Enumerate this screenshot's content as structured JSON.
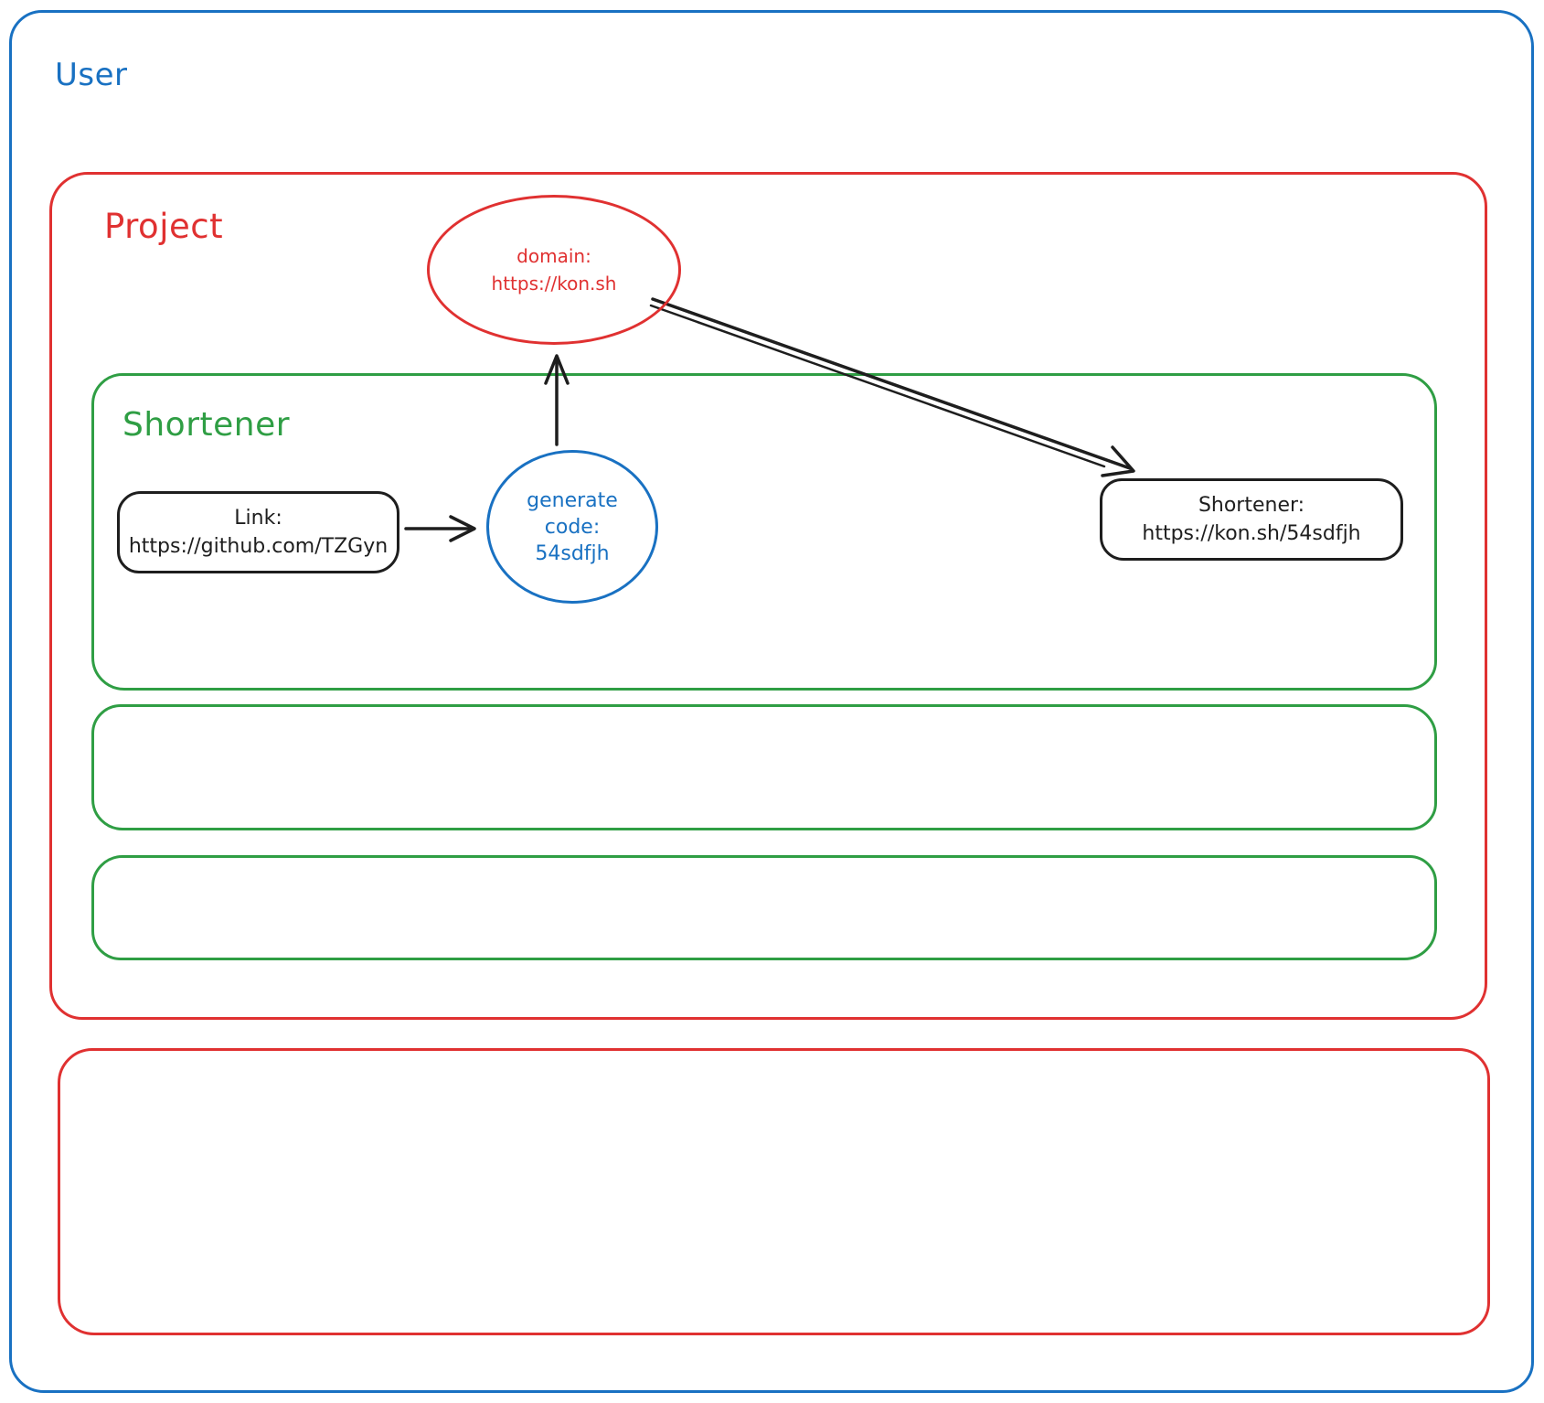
{
  "diagram": {
    "containers": {
      "user": {
        "label": "User",
        "color": "#1971c2"
      },
      "project": {
        "label": "Project",
        "color": "#e03131"
      },
      "shortener": {
        "label": "Shortener",
        "color": "#2f9e44"
      }
    },
    "nodes": {
      "domain": {
        "shape": "ellipse",
        "color": "#e03131",
        "lines": [
          "domain:",
          "https://kon.sh"
        ]
      },
      "link": {
        "shape": "rectangle",
        "color": "#1e1e1e",
        "lines": [
          "Link:",
          "https://github.com/TZGyn"
        ]
      },
      "generate_code": {
        "shape": "circle",
        "color": "#1971c2",
        "lines": [
          "generate",
          "code:",
          "54sdfjh"
        ]
      },
      "shortened": {
        "shape": "rectangle",
        "color": "#1e1e1e",
        "lines": [
          "Shortener:",
          "https://kon.sh/54sdfjh"
        ]
      }
    },
    "arrows": [
      {
        "name": "link-to-generate-code",
        "from": "link",
        "to": "generate_code"
      },
      {
        "name": "generate-code-to-domain",
        "from": "generate_code",
        "to": "domain"
      },
      {
        "name": "domain-to-shortened",
        "from": "domain",
        "to": "shortened"
      }
    ],
    "empty_boxes": [
      {
        "name": "green-placeholder-1",
        "color": "#2f9e44"
      },
      {
        "name": "green-placeholder-2",
        "color": "#2f9e44"
      },
      {
        "name": "red-placeholder",
        "color": "#e03131"
      }
    ]
  }
}
